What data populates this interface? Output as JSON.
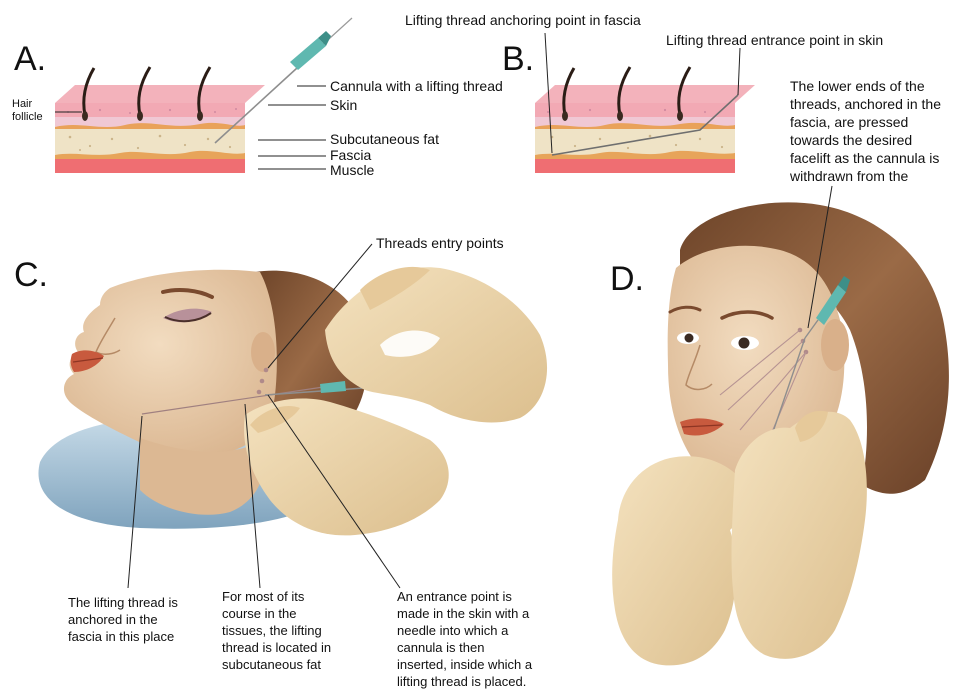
{
  "panels": {
    "a": {
      "letter": "A."
    },
    "b": {
      "letter": "B."
    },
    "c": {
      "letter": "C."
    },
    "d": {
      "letter": "D."
    }
  },
  "panel_a_labels": {
    "hair_follicle": "Hair\nfollicle",
    "cannula": "Cannula with a lifting thread",
    "skin": "Skin",
    "subcutaneous_fat": "Subcutaneous fat",
    "fascia": "Fascia",
    "muscle": "Muscle"
  },
  "panel_b_labels": {
    "anchoring_point": "Lifting thread anchoring point in fascia",
    "entrance_point": "Lifting thread entrance point in skin",
    "lower_ends_note": "The lower ends of the\nthreads, anchored in the\nfascia, are pressed\ntowards the desired\nfacelift as the cannula is\nwithdrawn from the"
  },
  "panel_c_labels": {
    "entry_points": "Threads entry points",
    "anchored_note": "The lifting thread is\nanchored in the\nfascia in this place",
    "course_note": "For most of its\ncourse in the\ntissues, the lifting\nthread is located in\nsubcutaneous fat",
    "entrance_note": "An entrance point is\nmade in the skin with a\nneedle into which a\ncannula is then\ninserted, inside which a\nlifting thread is placed."
  },
  "colors": {
    "skin_pink": "#f2a9b4",
    "dermis_pink": "#f0c8d4",
    "fat": "#efe3c6",
    "fascia": "#e7a45a",
    "muscle": "#ef6e72",
    "face_skin": "#e8c9a6",
    "hair": "#8a5a3a",
    "glove": "#ecd3a8",
    "cannula_teal": "#5fb8b0",
    "pillow": "#a9c4d8"
  }
}
